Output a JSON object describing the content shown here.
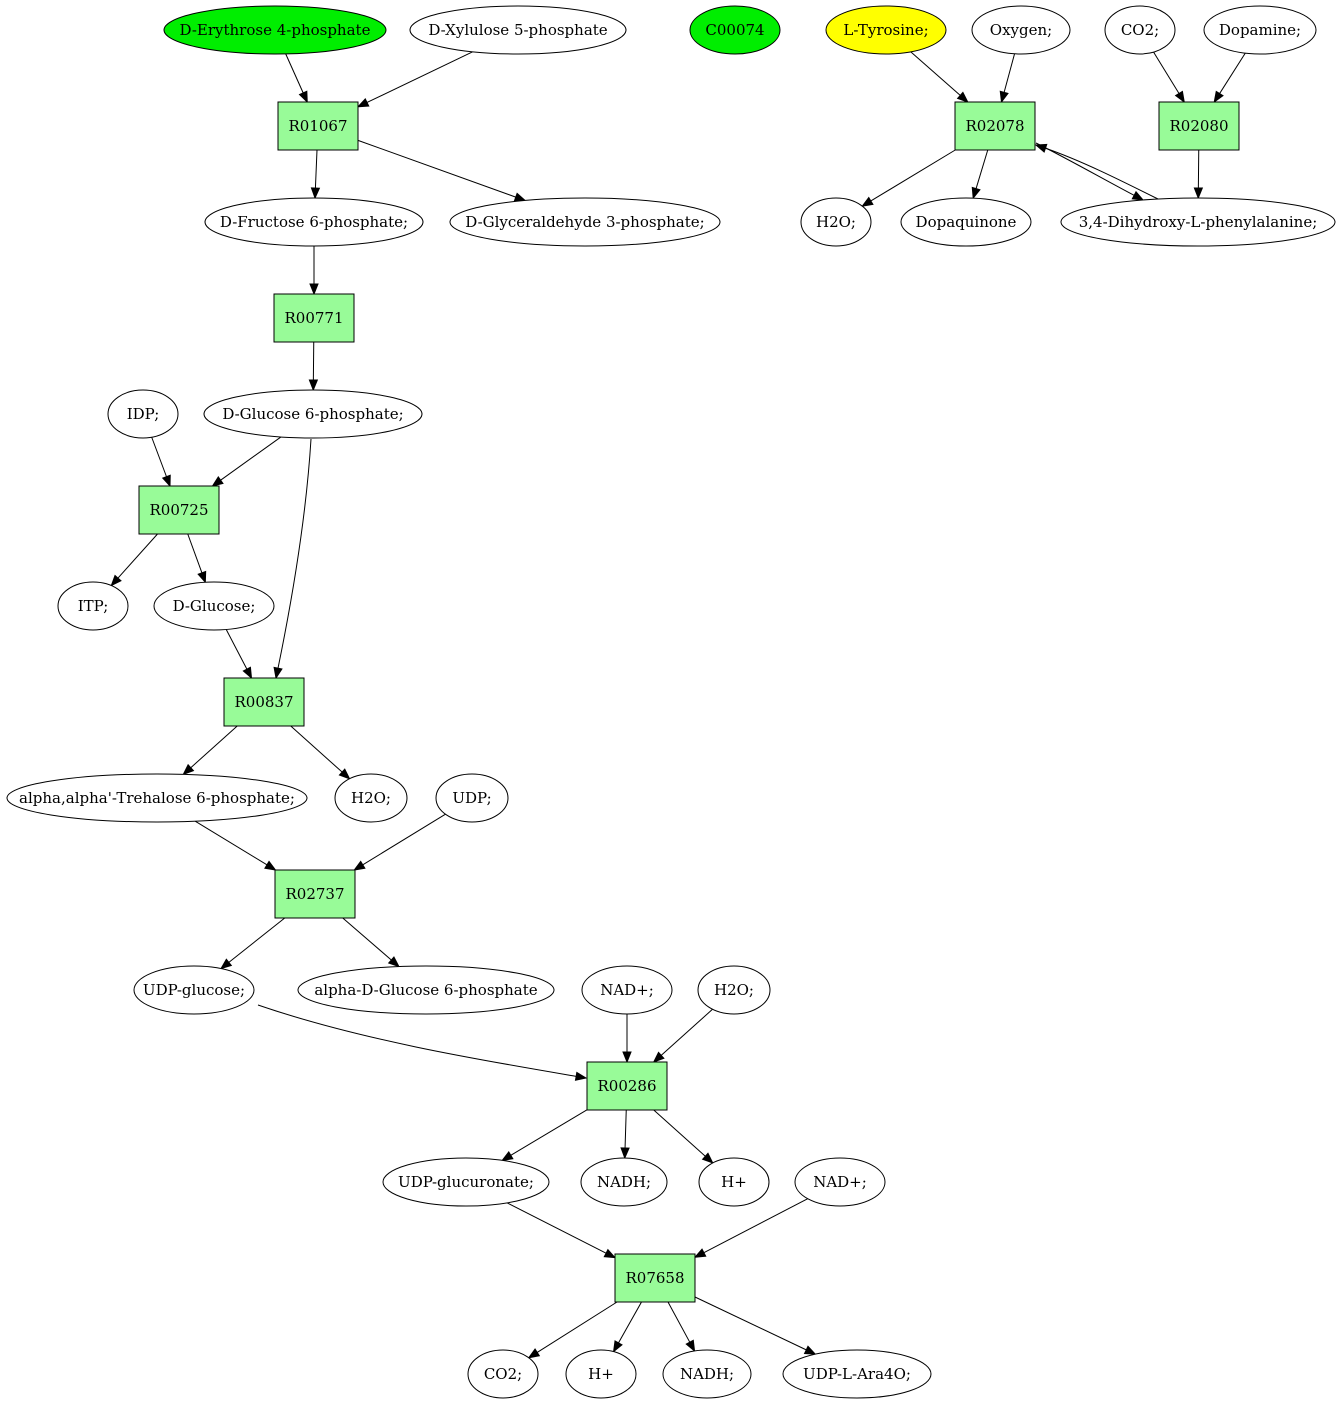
{
  "colors": {
    "reaction": "#98fb98",
    "compound": "#ffffff",
    "highlight_green": "#00ee00",
    "highlight_yellow": "#ffff00"
  },
  "compounds": {
    "erythrose4p": {
      "label": "D-Erythrose 4-phosphate",
      "fill": "highlight_green"
    },
    "xylulose5p": {
      "label": "D-Xylulose 5-phosphate",
      "fill": "compound"
    },
    "c00074": {
      "label": "C00074",
      "fill": "highlight_green"
    },
    "ltyrosine": {
      "label": "L-Tyrosine;",
      "fill": "highlight_yellow"
    },
    "oxygen": {
      "label": "Oxygen;",
      "fill": "compound"
    },
    "co2_top": {
      "label": "CO2;",
      "fill": "compound"
    },
    "dopamine": {
      "label": "Dopamine;",
      "fill": "compound"
    },
    "fructose6p": {
      "label": "D-Fructose 6-phosphate;",
      "fill": "compound"
    },
    "glyceraldehyde3p": {
      "label": "D-Glyceraldehyde 3-phosphate;",
      "fill": "compound"
    },
    "h2o_top": {
      "label": "H2O;",
      "fill": "compound"
    },
    "dopaquinone": {
      "label": "Dopaquinone",
      "fill": "compound"
    },
    "ldopa": {
      "label": "3,4-Dihydroxy-L-phenylalanine;",
      "fill": "compound"
    },
    "idp": {
      "label": "IDP;",
      "fill": "compound"
    },
    "glucose6p": {
      "label": "D-Glucose 6-phosphate;",
      "fill": "compound"
    },
    "itp": {
      "label": "ITP;",
      "fill": "compound"
    },
    "dglucose": {
      "label": "D-Glucose;",
      "fill": "compound"
    },
    "trehalose6p": {
      "label": "alpha,alpha'-Trehalose 6-phosphate;",
      "fill": "compound"
    },
    "h2o_mid": {
      "label": "H2O;",
      "fill": "compound"
    },
    "udp": {
      "label": "UDP;",
      "fill": "compound"
    },
    "udpglucose": {
      "label": "UDP-glucose;",
      "fill": "compound"
    },
    "alphaglucose6p": {
      "label": "alpha-D-Glucose 6-phosphate",
      "fill": "compound"
    },
    "nadplus_1": {
      "label": "NAD+;",
      "fill": "compound"
    },
    "h2o_low": {
      "label": "H2O;",
      "fill": "compound"
    },
    "udpglucuronate": {
      "label": "UDP-glucuronate;",
      "fill": "compound"
    },
    "nadh_1": {
      "label": "NADH;",
      "fill": "compound"
    },
    "hplus_1": {
      "label": "H+",
      "fill": "compound"
    },
    "nadplus_2": {
      "label": "NAD+;",
      "fill": "compound"
    },
    "co2_bottom": {
      "label": "CO2;",
      "fill": "compound"
    },
    "hplus_2": {
      "label": "H+",
      "fill": "compound"
    },
    "nadh_2": {
      "label": "NADH;",
      "fill": "compound"
    },
    "udplara4o": {
      "label": "UDP-L-Ara4O;",
      "fill": "compound"
    }
  },
  "reactions": {
    "r01067": {
      "label": "R01067"
    },
    "r02078": {
      "label": "R02078"
    },
    "r02080": {
      "label": "R02080"
    },
    "r00771": {
      "label": "R00771"
    },
    "r00725": {
      "label": "R00725"
    },
    "r00837": {
      "label": "R00837"
    },
    "r02737": {
      "label": "R02737"
    },
    "r00286": {
      "label": "R00286"
    },
    "r07658": {
      "label": "R07658"
    }
  },
  "edges": [
    {
      "from": "erythrose4p",
      "to": "r01067"
    },
    {
      "from": "xylulose5p",
      "to": "r01067"
    },
    {
      "from": "r01067",
      "to": "fructose6p"
    },
    {
      "from": "r01067",
      "to": "glyceraldehyde3p"
    },
    {
      "from": "fructose6p",
      "to": "r00771"
    },
    {
      "from": "r00771",
      "to": "glucose6p"
    },
    {
      "from": "idp",
      "to": "r00725"
    },
    {
      "from": "glucose6p",
      "to": "r00725"
    },
    {
      "from": "glucose6p",
      "to": "r00837"
    },
    {
      "from": "r00725",
      "to": "itp"
    },
    {
      "from": "r00725",
      "to": "dglucose"
    },
    {
      "from": "dglucose",
      "to": "r00837"
    },
    {
      "from": "r00837",
      "to": "trehalose6p"
    },
    {
      "from": "r00837",
      "to": "h2o_mid"
    },
    {
      "from": "trehalose6p",
      "to": "r02737"
    },
    {
      "from": "udp",
      "to": "r02737"
    },
    {
      "from": "r02737",
      "to": "udpglucose"
    },
    {
      "from": "r02737",
      "to": "alphaglucose6p"
    },
    {
      "from": "udpglucose",
      "to": "r00286"
    },
    {
      "from": "nadplus_1",
      "to": "r00286"
    },
    {
      "from": "h2o_low",
      "to": "r00286"
    },
    {
      "from": "r00286",
      "to": "udpglucuronate"
    },
    {
      "from": "r00286",
      "to": "nadh_1"
    },
    {
      "from": "r00286",
      "to": "hplus_1"
    },
    {
      "from": "udpglucuronate",
      "to": "r07658"
    },
    {
      "from": "nadplus_2",
      "to": "r07658"
    },
    {
      "from": "r07658",
      "to": "co2_bottom"
    },
    {
      "from": "r07658",
      "to": "hplus_2"
    },
    {
      "from": "r07658",
      "to": "nadh_2"
    },
    {
      "from": "r07658",
      "to": "udplara4o"
    },
    {
      "from": "ltyrosine",
      "to": "r02078"
    },
    {
      "from": "oxygen",
      "to": "r02078"
    },
    {
      "from": "r02078",
      "to": "h2o_top"
    },
    {
      "from": "r02078",
      "to": "dopaquinone"
    },
    {
      "from": "r02078",
      "to": "ldopa"
    },
    {
      "from": "ldopa",
      "to": "r02078"
    },
    {
      "from": "co2_top",
      "to": "r02080"
    },
    {
      "from": "dopamine",
      "to": "r02080"
    },
    {
      "from": "r02080",
      "to": "ldopa"
    }
  ]
}
